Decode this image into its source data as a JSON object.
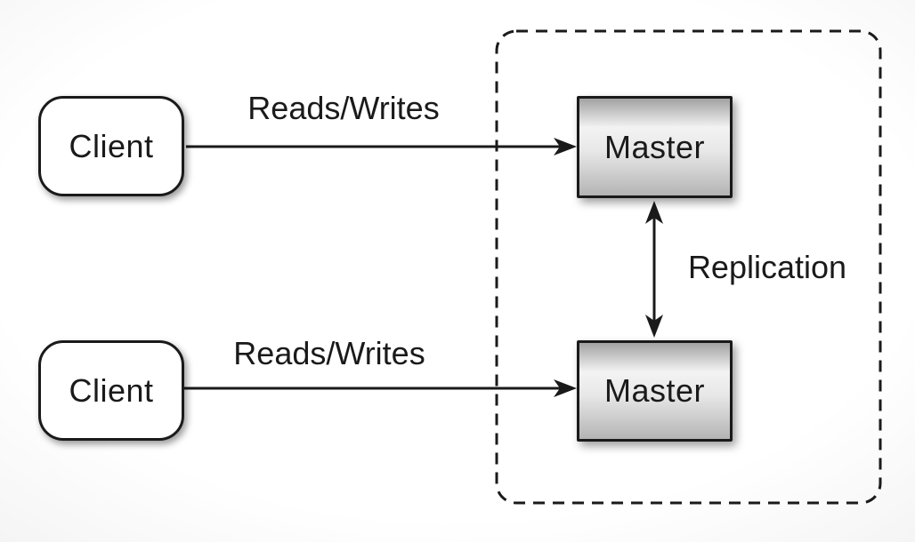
{
  "diagram": {
    "nodes": {
      "client_top": {
        "label": "Client"
      },
      "client_bottom": {
        "label": "Client"
      },
      "master_top": {
        "label": "Master"
      },
      "master_bottom": {
        "label": "Master"
      }
    },
    "edges": {
      "client_top_to_master_top": {
        "label": "Reads/Writes"
      },
      "client_bottom_to_master_bottom": {
        "label": "Reads/Writes"
      },
      "master_to_master": {
        "label": "Replication"
      }
    },
    "colors": {
      "ink": "#1a1a1a",
      "client_fill": "#ffffff",
      "master_gradient_top": "#a2a2a2",
      "master_gradient_light": "#f3f3f3",
      "master_gradient_bottom": "#b4b4b4",
      "canvas_background": "#ffffff"
    }
  }
}
